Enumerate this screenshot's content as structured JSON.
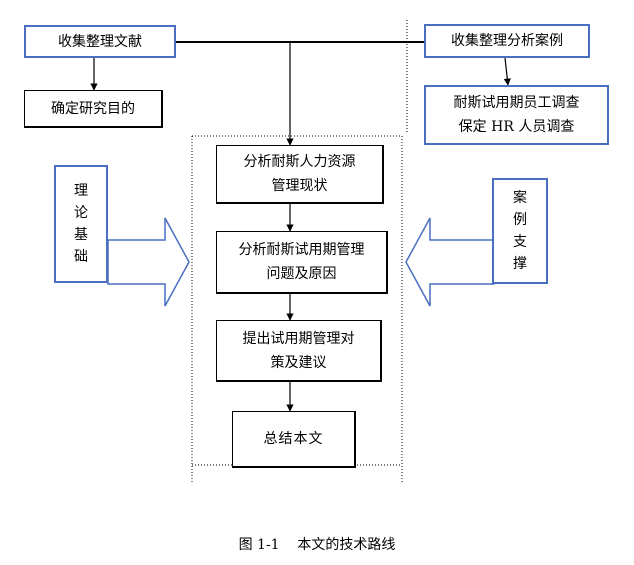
{
  "nodes": {
    "collect_literature": "收集整理文献",
    "define_goal": "确定研究目的",
    "collect_cases": "收集整理分析案例",
    "survey": [
      "耐斯试用期员工调查",
      "保定 HR 人员调查"
    ],
    "analyze_status": [
      "分析耐斯人力资源",
      "管理现状"
    ],
    "analyze_problems": [
      "分析耐斯试用期管理",
      "问题及原因"
    ],
    "propose": [
      "提出试用期管理对",
      "策及建议"
    ],
    "summary": "总结本文",
    "theory": [
      "理",
      "论",
      "基",
      "础"
    ],
    "case_support": [
      "案",
      "例",
      "支",
      "撑"
    ]
  },
  "caption": "图 1-1    本文的技术路线"
}
